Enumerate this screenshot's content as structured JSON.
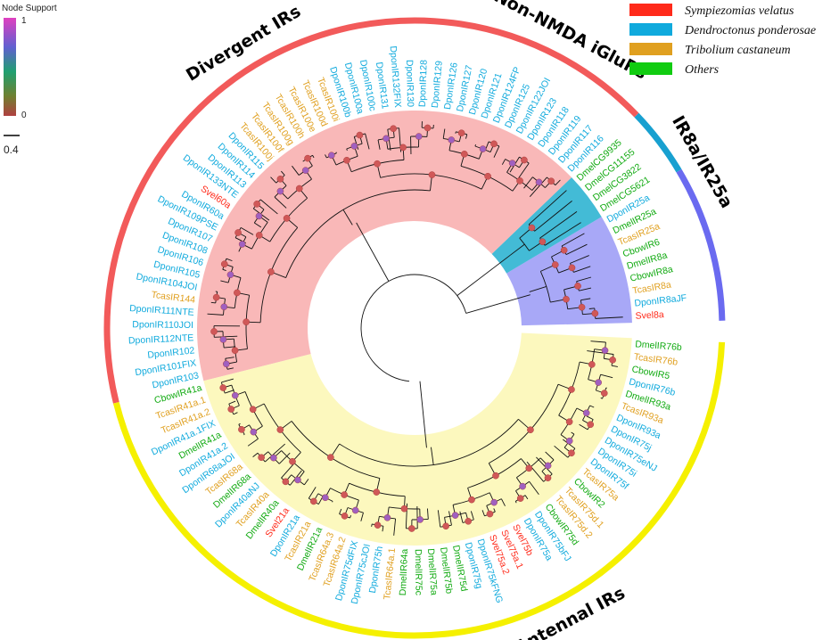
{
  "colors": {
    "Svel": "#ff2a1a",
    "Dpon": "#10aadd",
    "Tcas": "#e0a020",
    "Others": "#11aa11",
    "divergent_fill": "#f79a9a",
    "antennal_fill": "#fbf5a8",
    "nonnmda_fill": "#14aacc",
    "ir8a_fill": "#6060f0",
    "divergent_arc": "#f25a5a",
    "nonnmda_arc": "#18a0d0",
    "ir8a_arc": "#6a6af0",
    "antennal_arc": "#f5f000"
  },
  "legend": [
    {
      "label": "Sympiezomias velatus",
      "color": "#ff2a1a"
    },
    {
      "label": "Dendroctonus ponderosae",
      "color": "#10aadd"
    },
    {
      "label": "Tribolium castaneum",
      "color": "#e0a020"
    },
    {
      "label": "Others",
      "color": "#11cc11"
    }
  ],
  "node_support": {
    "title": "Node Support",
    "max": "1",
    "min": "0"
  },
  "scale": {
    "label": "0.4"
  },
  "clades": {
    "divergent": "Divergent IRs",
    "nonnmda": "Non-NMDA iGluRs",
    "ir8a": "IR8a/IR25a",
    "antennal": "Antennal IRs"
  },
  "leaves": [
    {
      "n": "Svel8a",
      "s": "Svel"
    },
    {
      "n": "DponIR8aJF",
      "s": "Dpon"
    },
    {
      "n": "TcasIR8a",
      "s": "Tcas"
    },
    {
      "n": "CbowIR8a",
      "s": "Others"
    },
    {
      "n": "DmelIR8a",
      "s": "Others"
    },
    {
      "n": "CbowIR6",
      "s": "Others"
    },
    {
      "n": "TcasIR25a",
      "s": "Tcas"
    },
    {
      "n": "DmelIR25a",
      "s": "Others"
    },
    {
      "n": "DponIR25a",
      "s": "Dpon"
    },
    {
      "n": "DmelCG5621",
      "s": "Others"
    },
    {
      "n": "DmelCG3822",
      "s": "Others"
    },
    {
      "n": "DmelCG11155",
      "s": "Others"
    },
    {
      "n": "DmelCG9935",
      "s": "Others"
    },
    {
      "n": "DponIR116",
      "s": "Dpon"
    },
    {
      "n": "DponIR117",
      "s": "Dpon"
    },
    {
      "n": "DponIR119",
      "s": "Dpon"
    },
    {
      "n": "DponIR118",
      "s": "Dpon"
    },
    {
      "n": "DponIR123",
      "s": "Dpon"
    },
    {
      "n": "DponIR122JOI",
      "s": "Dpon"
    },
    {
      "n": "DponIR125",
      "s": "Dpon"
    },
    {
      "n": "DponIR124FP",
      "s": "Dpon"
    },
    {
      "n": "DponIR121",
      "s": "Dpon"
    },
    {
      "n": "DponIR120",
      "s": "Dpon"
    },
    {
      "n": "DponIR127",
      "s": "Dpon"
    },
    {
      "n": "DponIR126",
      "s": "Dpon"
    },
    {
      "n": "DponIR129",
      "s": "Dpon"
    },
    {
      "n": "DponIR128",
      "s": "Dpon"
    },
    {
      "n": "DponIR130",
      "s": "Dpon"
    },
    {
      "n": "DponIR132FIX",
      "s": "Dpon"
    },
    {
      "n": "DponIR131",
      "s": "Dpon"
    },
    {
      "n": "DponIR100c",
      "s": "Dpon"
    },
    {
      "n": "DponIR100a",
      "s": "Dpon"
    },
    {
      "n": "DponIR100b",
      "s": "Dpon"
    },
    {
      "n": "TcasIR100i",
      "s": "Tcas"
    },
    {
      "n": "TcasIR100d",
      "s": "Tcas"
    },
    {
      "n": "TcasIR100e",
      "s": "Tcas"
    },
    {
      "n": "TcasIR100h",
      "s": "Tcas"
    },
    {
      "n": "TcasIR100g",
      "s": "Tcas"
    },
    {
      "n": "TcasIR100f",
      "s": "Tcas"
    },
    {
      "n": "TcasIR100j",
      "s": "Tcas"
    },
    {
      "n": "DponIR115",
      "s": "Dpon"
    },
    {
      "n": "DponIR114",
      "s": "Dpon"
    },
    {
      "n": "DponIR113",
      "s": "Dpon"
    },
    {
      "n": "DponIR133NTE",
      "s": "Dpon"
    },
    {
      "n": "Svel60a",
      "s": "Svel"
    },
    {
      "n": "DponIR60a",
      "s": "Dpon"
    },
    {
      "n": "DponIR109PSE",
      "s": "Dpon"
    },
    {
      "n": "DponIR107",
      "s": "Dpon"
    },
    {
      "n": "DponIR108",
      "s": "Dpon"
    },
    {
      "n": "DponIR106",
      "s": "Dpon"
    },
    {
      "n": "DponIR105",
      "s": "Dpon"
    },
    {
      "n": "DponIR104JOI",
      "s": "Dpon"
    },
    {
      "n": "TcasIR144",
      "s": "Tcas"
    },
    {
      "n": "DponIR111NTE",
      "s": "Dpon"
    },
    {
      "n": "DponIR110JOI",
      "s": "Dpon"
    },
    {
      "n": "DponIR112NTE",
      "s": "Dpon"
    },
    {
      "n": "DponIR102",
      "s": "Dpon"
    },
    {
      "n": "DponIR101FIX",
      "s": "Dpon"
    },
    {
      "n": "DponIR103",
      "s": "Dpon"
    },
    {
      "n": "CbowIR41a",
      "s": "Others"
    },
    {
      "n": "TcasIR41a.1",
      "s": "Tcas"
    },
    {
      "n": "TcasIR41a.2",
      "s": "Tcas"
    },
    {
      "n": "DponIR41a.1FIX",
      "s": "Dpon"
    },
    {
      "n": "DmelIR41a",
      "s": "Others"
    },
    {
      "n": "DponIR41a.2",
      "s": "Dpon"
    },
    {
      "n": "DponIR68aJOI",
      "s": "Dpon"
    },
    {
      "n": "TcasIR68a",
      "s": "Tcas"
    },
    {
      "n": "DmelIR68a",
      "s": "Others"
    },
    {
      "n": "DponIR40aNJ",
      "s": "Dpon"
    },
    {
      "n": "TcasIR40a",
      "s": "Tcas"
    },
    {
      "n": "DmelIR40a",
      "s": "Others"
    },
    {
      "n": "Svel21a",
      "s": "Svel"
    },
    {
      "n": "DponIR21a",
      "s": "Dpon"
    },
    {
      "n": "TcasIR21a",
      "s": "Tcas"
    },
    {
      "n": "DmelIR21a",
      "s": "Others"
    },
    {
      "n": "TcasIR64a.3",
      "s": "Tcas"
    },
    {
      "n": "TcasIR64a.2",
      "s": "Tcas"
    },
    {
      "n": "DponIR75dFIX",
      "s": "Dpon"
    },
    {
      "n": "DponIR75cJOI",
      "s": "Dpon"
    },
    {
      "n": "DponIR75h",
      "s": "Dpon"
    },
    {
      "n": "TcasIR64a.1",
      "s": "Tcas"
    },
    {
      "n": "DmelIR64a",
      "s": "Others"
    },
    {
      "n": "DmelIR75c",
      "s": "Others"
    },
    {
      "n": "DmelIR75a",
      "s": "Others"
    },
    {
      "n": "DmelIR75b",
      "s": "Others"
    },
    {
      "n": "DmelIR75d",
      "s": "Others"
    },
    {
      "n": "DponIR75g",
      "s": "Dpon"
    },
    {
      "n": "DponIR75kFNG",
      "s": "Dpon"
    },
    {
      "n": "Svel75a.2",
      "s": "Svel"
    },
    {
      "n": "Svel75a.1",
      "s": "Svel"
    },
    {
      "n": "Svel75b",
      "s": "Svel"
    },
    {
      "n": "DponIR75a",
      "s": "Dpon"
    },
    {
      "n": "DponIR75bFJ",
      "s": "Dpon"
    },
    {
      "n": "CbowIR75d",
      "s": "Others"
    },
    {
      "n": "TcasIR75d.2",
      "s": "Tcas"
    },
    {
      "n": "TcasIR75d.1",
      "s": "Tcas"
    },
    {
      "n": "CbowIR2",
      "s": "Others"
    },
    {
      "n": "TcasIR75a",
      "s": "Tcas"
    },
    {
      "n": "DponIR75f",
      "s": "Dpon"
    },
    {
      "n": "DponIR75i",
      "s": "Dpon"
    },
    {
      "n": "DponIR75eNJ",
      "s": "Dpon"
    },
    {
      "n": "DponIR75j",
      "s": "Dpon"
    },
    {
      "n": "DponIR93a",
      "s": "Dpon"
    },
    {
      "n": "TcasIR93a",
      "s": "Tcas"
    },
    {
      "n": "DmelIR93a",
      "s": "Others"
    },
    {
      "n": "DponIR76b",
      "s": "Dpon"
    },
    {
      "n": "CbowIR5",
      "s": "Others"
    },
    {
      "n": "TcasIR76b",
      "s": "Tcas"
    },
    {
      "n": "DmelIR76b",
      "s": "Others"
    }
  ]
}
